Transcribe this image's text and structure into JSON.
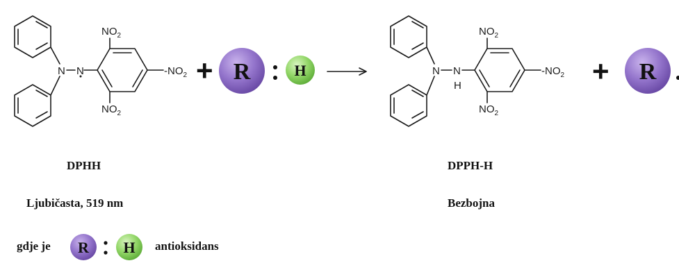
{
  "reactant": {
    "name": "DPHH",
    "description": "Ljubičasta, 519 nm",
    "group_no2_top": "NO",
    "group_no2_right": "NO",
    "group_no2_bottom": "NO",
    "subscript": "2",
    "atom_n1": "N",
    "atom_n2": "N"
  },
  "product": {
    "name": "DPPH-H",
    "description": "Bezbojna",
    "group_no2_top": "NO",
    "group_no2_right": "NO",
    "group_no2_bottom": "NO",
    "subscript": "2",
    "atom_n1": "N",
    "atom_n2": "N",
    "atom_h": "H"
  },
  "plus_sign": "+",
  "antioxidant": {
    "r": "R",
    "h": "H"
  },
  "legend": {
    "prefix": "gdje je",
    "suffix": "antioksidans"
  },
  "colors": {
    "r_ball": "#8e6cc4",
    "h_ball": "#92d566",
    "text": "#111111"
  }
}
